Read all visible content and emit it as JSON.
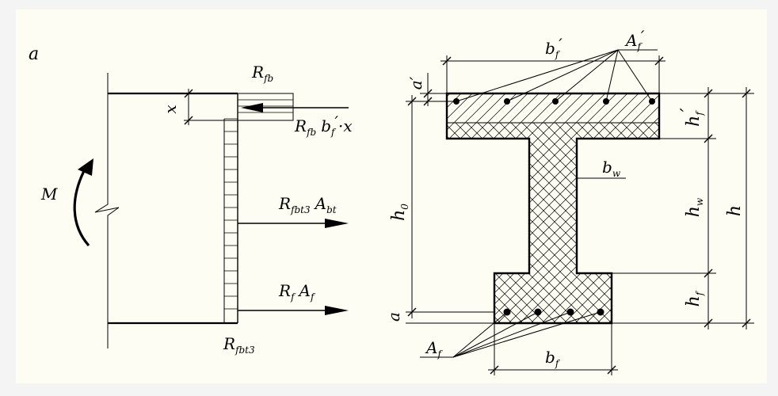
{
  "panel_label": "a",
  "left": {
    "M": "M",
    "x": "x",
    "Rfb": {
      "main": "R",
      "sub": "fb"
    },
    "Rfb_force": {
      "r": "R",
      "r_sub": "fb",
      "b": "b",
      "b_sub": "f",
      "b_prime": "′",
      "x": "·x"
    },
    "Rfbt3_Abt": {
      "r": "R",
      "r_sub": "fbt3",
      "a": "A",
      "a_sub": "bt"
    },
    "Rf_Af": {
      "r": "R",
      "r_sub": "f",
      "a": "A",
      "a_sub": "f"
    },
    "Rfbt3_bottom": {
      "main": "R",
      "sub": "fbt3"
    }
  },
  "right": {
    "Af_top": {
      "main": "A",
      "sub": "f",
      "prime": "′"
    },
    "bf_top": {
      "main": "b",
      "sub": "f",
      "prime": "′"
    },
    "a_prime": "a′",
    "hf_top": {
      "main": "h",
      "sub": "f",
      "prime": "′"
    },
    "bw": {
      "main": "b",
      "sub": "w"
    },
    "h0": {
      "main": "h",
      "sub": "0"
    },
    "hw": {
      "main": "h",
      "sub": "w"
    },
    "h": "h",
    "hf": {
      "main": "h",
      "sub": "f"
    },
    "a": "a",
    "Af_bottom": {
      "main": "A",
      "sub": "f"
    },
    "bf": {
      "main": "b",
      "sub": "f"
    }
  },
  "colors": {
    "background": "#fdfdf3",
    "ink": "#000000"
  }
}
